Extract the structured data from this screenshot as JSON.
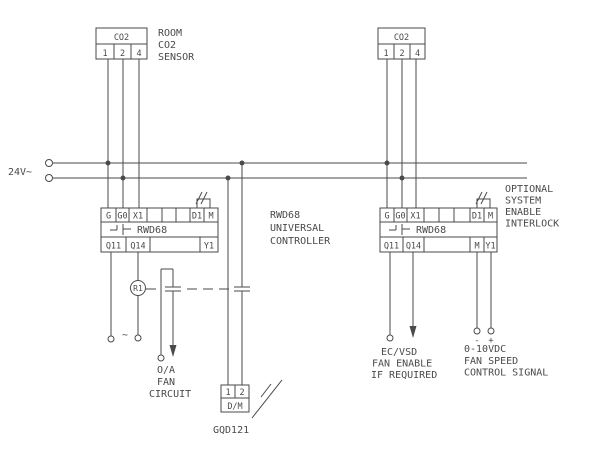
{
  "colors": {
    "line": "#4a4a4a",
    "background": "#ffffff"
  },
  "power": {
    "label": "24V~"
  },
  "left_sensor": {
    "title": "CO2",
    "terminals": [
      "1",
      "2",
      "4"
    ],
    "caption_lines": [
      "ROOM",
      "CO2",
      "SENSOR"
    ]
  },
  "right_sensor": {
    "title": "CO2",
    "terminals": [
      "1",
      "2",
      "4"
    ]
  },
  "left_controller": {
    "model": "RWD68",
    "top_terminals": [
      "G",
      "G0",
      "X1",
      "D1",
      "M"
    ],
    "bottom_terminals": [
      "Q11",
      "Q14",
      "Y1"
    ]
  },
  "right_controller": {
    "model": "RWD68",
    "top_terminals": [
      "G",
      "G0",
      "X1",
      "D1",
      "M"
    ],
    "bottom_terminals": [
      "Q11",
      "Q14",
      "M",
      "Y1"
    ],
    "note_lines": [
      "OPTIONAL",
      "SYSTEM",
      "ENABLE",
      "INTERLOCK"
    ]
  },
  "controller_caption": [
    "RWD68",
    "UNIVERSAL",
    "CONTROLLER"
  ],
  "relay": {
    "label": "R1",
    "ac_mark": "~"
  },
  "oa_fan_lines": [
    "O/A",
    "FAN",
    "CIRCUIT"
  ],
  "damper": {
    "model": "GQD121",
    "terminals": [
      "1",
      "2"
    ],
    "io_label": "D/M"
  },
  "ec_vsd_lines": [
    "EC/VSD",
    "FAN ENABLE",
    "IF REQUIRED"
  ],
  "fan_speed": {
    "lines": [
      "0-10VDC",
      "FAN SPEED",
      "CONTROL SIGNAL"
    ],
    "minus": "-",
    "plus": "+"
  }
}
